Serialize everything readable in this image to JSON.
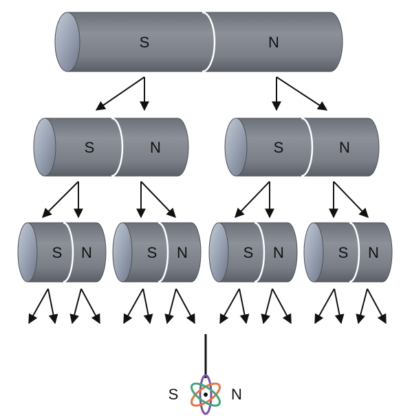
{
  "magnets": {
    "level1": {
      "south_label": "S",
      "north_label": "N"
    },
    "level2": [
      {
        "south_label": "S",
        "north_label": "N"
      },
      {
        "south_label": "S",
        "north_label": "N"
      }
    ],
    "level3": [
      {
        "south_label": "S",
        "north_label": "N"
      },
      {
        "south_label": "S",
        "north_label": "N"
      },
      {
        "south_label": "S",
        "north_label": "N"
      },
      {
        "south_label": "S",
        "north_label": "N"
      }
    ]
  },
  "atom": {
    "south_label": "S",
    "north_label": "N",
    "orbit_colors": [
      "#e8743b",
      "#3aa876",
      "#7b4fa8"
    ]
  },
  "colors": {
    "magnet_body": "#7f838b",
    "magnet_end": "#9aa3b3",
    "arrow": "#111111"
  }
}
